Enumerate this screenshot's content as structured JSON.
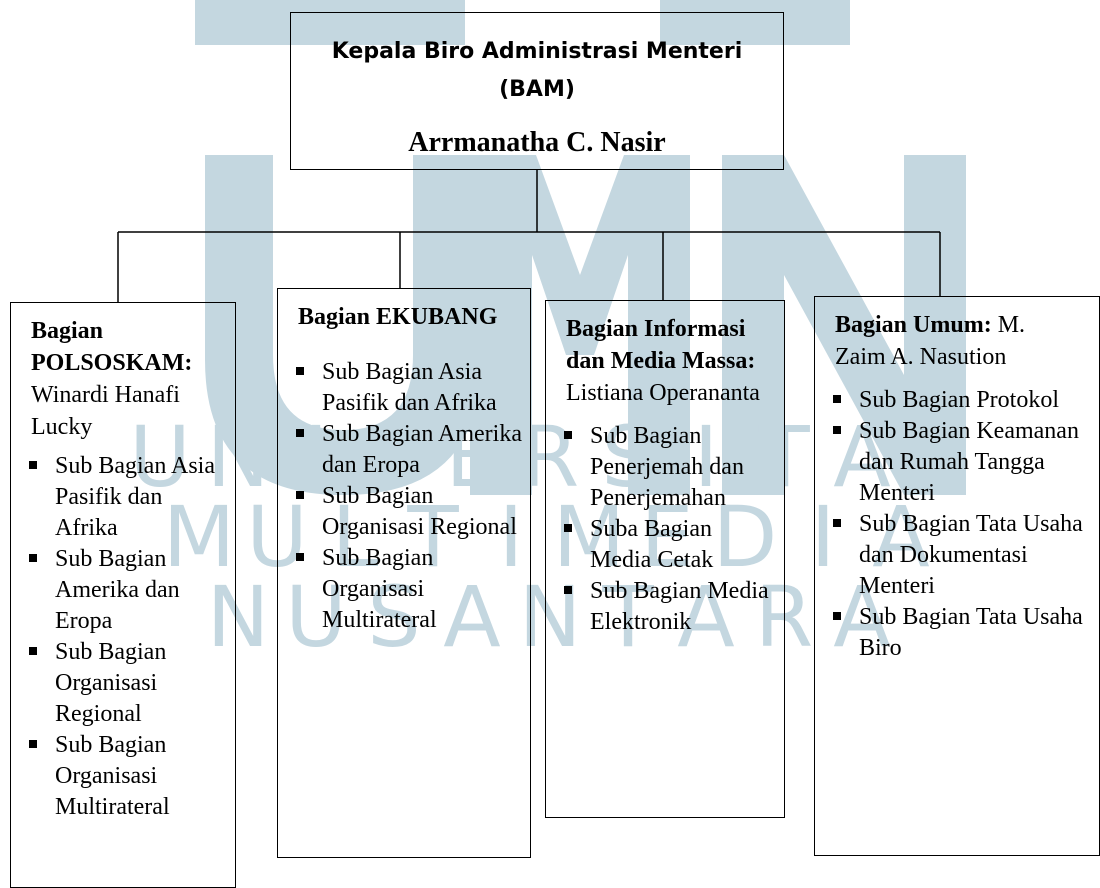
{
  "watermark": {
    "logo": "UMN",
    "row1": [
      "U",
      "N",
      "I",
      "V",
      "E",
      "R",
      "S",
      "I",
      "T",
      "A",
      "S"
    ],
    "row2": [
      "M",
      "U",
      "L",
      "T",
      "I",
      "M",
      "E",
      "D",
      "I",
      "A"
    ],
    "row3": [
      "N",
      "U",
      "S",
      "A",
      "N",
      "T",
      "A",
      "R",
      "A"
    ],
    "color": "#c4d7e0"
  },
  "head": {
    "title_line1": "Kepala Biro Administrasi Menteri",
    "title_line2": "(BAM)",
    "name": "Arrmanatha C. Nasir"
  },
  "units": [
    {
      "title": "Bagian POLSOSKAM:",
      "head_name": "Winardi Hanafi Lucky",
      "items": [
        "Sub Bagian Asia Pasifik dan Afrika",
        "Sub Bagian Amerika dan Eropa",
        "Sub Bagian Organisasi Regional",
        "Sub Bagian Organisasi Multirateral"
      ]
    },
    {
      "title": "Bagian EKUBANG",
      "head_name": "",
      "items": [
        "Sub Bagian Asia Pasifik dan Afrika",
        "Sub Bagian Amerika dan Eropa",
        "Sub Bagian Organisasi Regional",
        "Sub Bagian Organisasi Multirateral"
      ]
    },
    {
      "title": "Bagian Informasi dan Media Massa:",
      "head_name": "Listiana Operananta",
      "items": [
        "Sub Bagian Penerjemah dan Penerjemahan",
        "Suba Bagian Media Cetak",
        "Sub Bagian Media Elektronik"
      ]
    },
    {
      "title": "Bagian Umum:",
      "head_name": "M. Zaim A. Nasution",
      "items": [
        "Sub Bagian Protokol",
        "Sub Bagian Keamanan dan Rumah Tangga Menteri",
        "Sub Bagian Tata Usaha dan Dokumentasi Menteri",
        "Sub Bagian Tata Usaha Biro"
      ]
    }
  ]
}
